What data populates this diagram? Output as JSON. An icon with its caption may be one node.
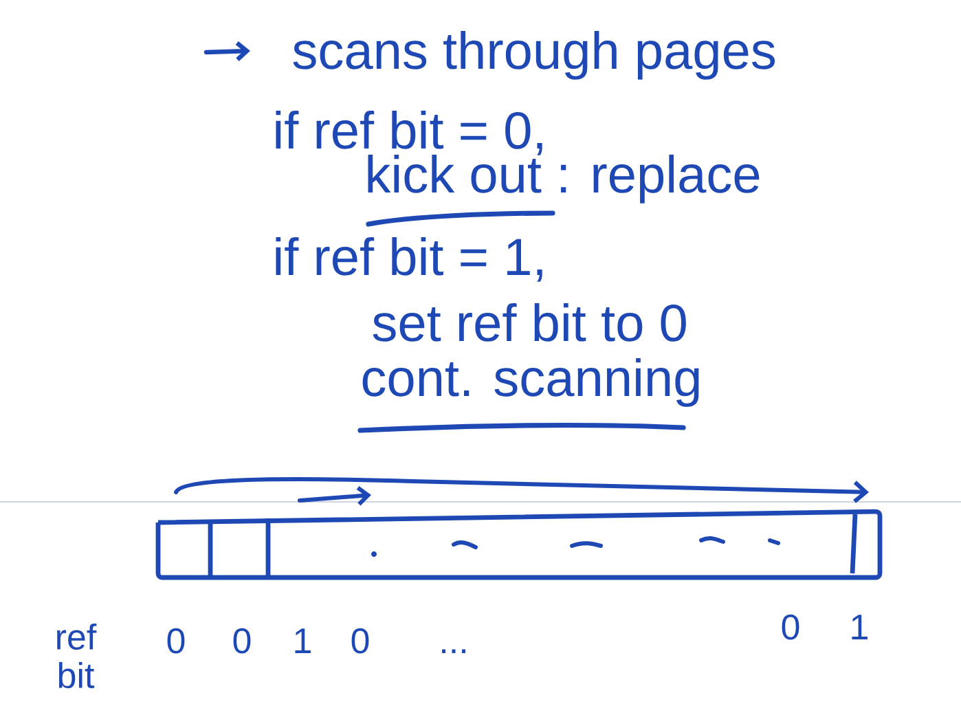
{
  "diagram": {
    "labels": [
      "scans through pages",
      "if ref bit = 0,",
      "kick out : replace",
      "if ref bit = 1,",
      "set ref bit to 0",
      "cont. scanning",
      "ref bit",
      "0",
      "0",
      "1",
      "0",
      "...",
      "0",
      "1"
    ]
  }
}
